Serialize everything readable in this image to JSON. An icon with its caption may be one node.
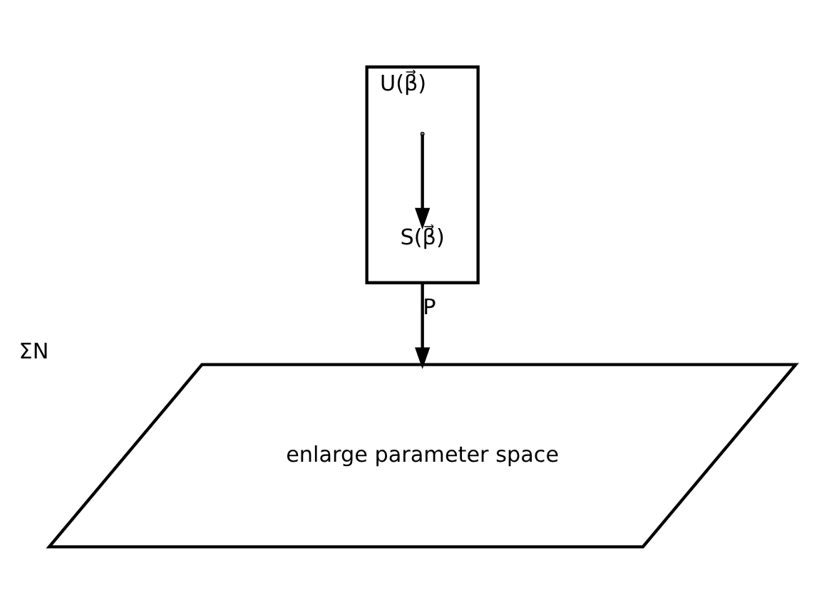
{
  "diagram": {
    "nodes": [
      {
        "text": [
          "U(β⃗)"
        ]
      },
      {
        "text": [
          "S(β⃗)"
        ],
        "in": 0
      },
      {
        "text": [
          "enlarge parameter space"
        ],
        "beside": [
          "ΣN"
        ]
      }
    ],
    "edges": [
      {
        "from": null,
        "to": 1,
        "arrow": "to"
      },
      {
        "from": 0,
        "to": 2,
        "arrow": "to",
        "label": "P"
      }
    ]
  }
}
